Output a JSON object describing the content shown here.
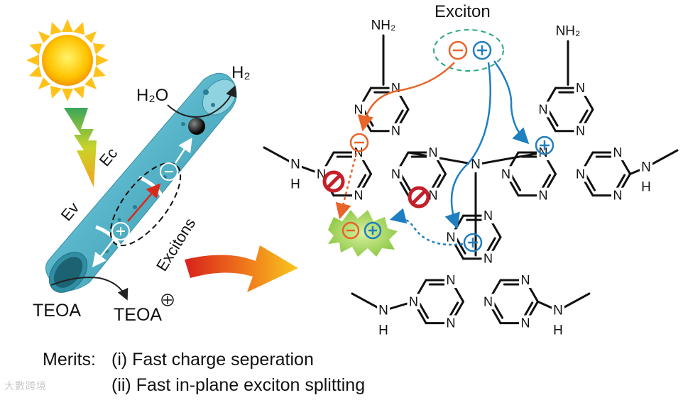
{
  "labels": {
    "exciton": "Exciton",
    "h2": "H₂",
    "h2o": "H₂O",
    "ec": "Ec",
    "ev": "Ev",
    "excitons": "Excitons",
    "teoa": "TEOA",
    "teoa_plus": "TEOA",
    "plus_sign": "⊕",
    "minus_sign": "⊖",
    "nh2": "NH₂",
    "n": "N",
    "h": "H"
  },
  "merits": {
    "label": "Merits:",
    "item1": "(i) Fast charge seperation",
    "item2": "(ii) Fast in-plane exciton splitting"
  },
  "watermark": "大數跨境",
  "colors": {
    "tube": "#5bb8cc",
    "orange": "#e8642a",
    "blue": "#1f7fc0",
    "green": "#8cc83c",
    "forbid": "#c4202a",
    "sun": "#ffc21a"
  }
}
